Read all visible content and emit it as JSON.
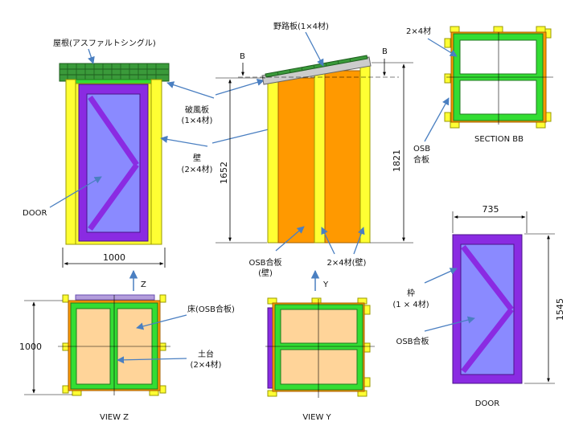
{
  "labels": {
    "roof": "屋根(アスファルトシングル)",
    "roof_sheathing": "野路板(1×4材)",
    "fascia_1": "破風板",
    "fascia_2": "(1×4材)",
    "wall_1": "壁",
    "wall_2": "(2×4材)",
    "door_front": "DOOR",
    "section_b_left": "B",
    "section_b_right": "B",
    "bb_2x4": "2×4材",
    "bb_osb_1": "OSB",
    "bb_osb_2": "合板",
    "section_bb": "SECTION BB",
    "osb_wall_1": "OSB合板",
    "osb_wall_2": "(壁)",
    "stud_wall": "2×4材(壁)",
    "floor": "床(OSB合板)",
    "sill_1": "土台",
    "sill_2": "(2×4材)",
    "view_z": "VIEW Z",
    "view_y": "VIEW Y",
    "arrow_z": "Z",
    "arrow_y": "Y",
    "frame_1": "枠",
    "frame_2": "(1 × 4材)",
    "door_osb": "OSB合板",
    "door_title": "DOOR"
  },
  "dimensions": {
    "front_width": "1000",
    "side_wall_height": "1652",
    "side_total_height": "1821",
    "floor_depth": "1000",
    "door_width": "735",
    "door_height": "1545"
  },
  "colors": {
    "lumber_yellow": "#ffff33",
    "osb_orange": "#ff9900",
    "frame_purple": "#8a2be2",
    "panel_blue": "#8a8aff",
    "sill_green": "#33dd33",
    "floor_tan": "#ffd499",
    "roof_green": "#3a9a3a"
  }
}
